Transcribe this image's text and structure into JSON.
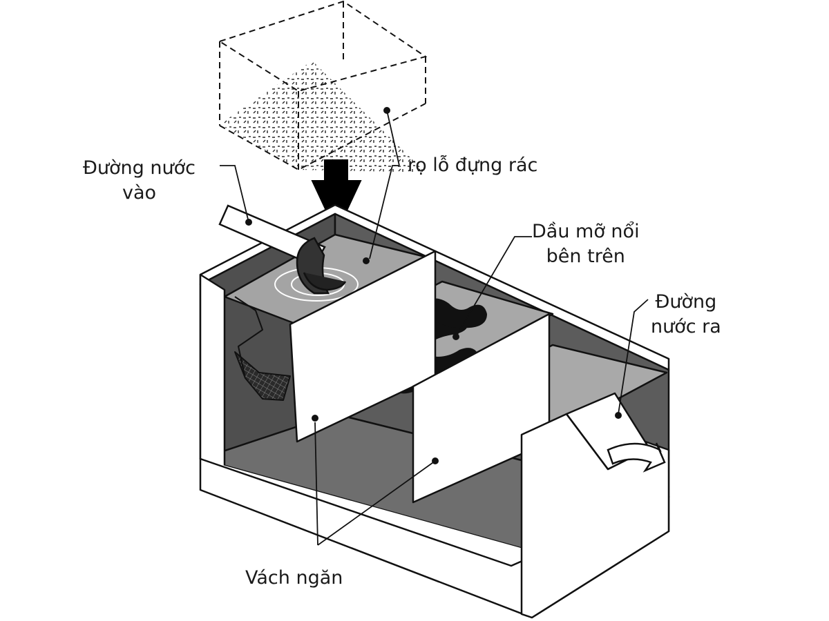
{
  "labels": {
    "inlet": {
      "line1": "Đường nước",
      "line2": "vào"
    },
    "basket": {
      "line1": "rọ lỗ đựng rác"
    },
    "grease": {
      "line1": "Dầu mỡ nổi",
      "line2": "bên trên"
    },
    "outlet": {
      "line1": "Đường",
      "line2": "nước ra"
    },
    "baffle": {
      "line1": "Vách ngăn"
    }
  },
  "colors": {
    "line": "#111111",
    "water_surface": "#9c9c9c",
    "tank_interior": "#555555",
    "tank_floor": "#7a7a7a",
    "wall": "#ffffff",
    "grease": "#111111"
  },
  "icons": {
    "drop_arrow": "arrow-down-icon",
    "outflow_arrow": "curved-arrow-icon"
  }
}
